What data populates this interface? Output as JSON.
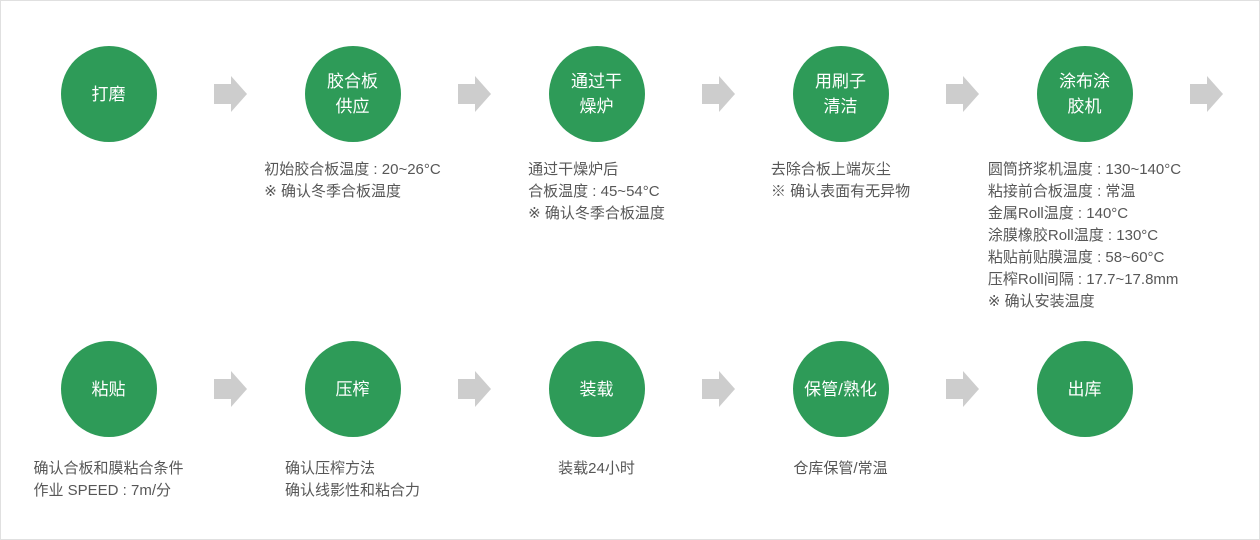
{
  "colors": {
    "circle-green": "#2e9b58",
    "circle-text": "#ffffff",
    "arrow-gray": "#cdcdcd",
    "note-gray": "#575757",
    "frame-border": "#e0e0e0",
    "frame-bg": "#ffffff"
  },
  "rows": [
    {
      "steps": [
        {
          "label": "打磨",
          "notes": ""
        },
        {
          "label": "胶合板\n供应",
          "notes": "初始胶合板温度 : 20~26°C\n※ 确认冬季合板温度"
        },
        {
          "label": "通过干\n燥炉",
          "notes": "通过干燥炉后\n合板温度 : 45~54°C\n※ 确认冬季合板温度"
        },
        {
          "label": "用刷子\n清洁",
          "notes": "去除合板上端灰尘\n※ 确认表面有无异物"
        },
        {
          "label": "涂布涂\n胶机",
          "notes": "圆筒挤浆机温度 : 130~140°C\n粘接前合板温度 : 常温\n金属Roll温度 : 140°C\n涂膜橡胶Roll温度 : 130°C\n粘贴前贴膜温度 : 58~60°C\n压榨Roll间隔 : 17.7~17.8mm\n※ 确认安装温度"
        }
      ]
    },
    {
      "steps": [
        {
          "label": "粘贴",
          "notes": "确认合板和膜粘合条件\n作业 SPEED : 7m/分"
        },
        {
          "label": "压榨",
          "notes": "确认压榨方法\n确认线影性和粘合力"
        },
        {
          "label": "装载",
          "notes": "装载24小时"
        },
        {
          "label": "保管/熟化",
          "notes": "仓库保管/常温"
        },
        {
          "label": "出库",
          "notes": ""
        }
      ]
    }
  ]
}
